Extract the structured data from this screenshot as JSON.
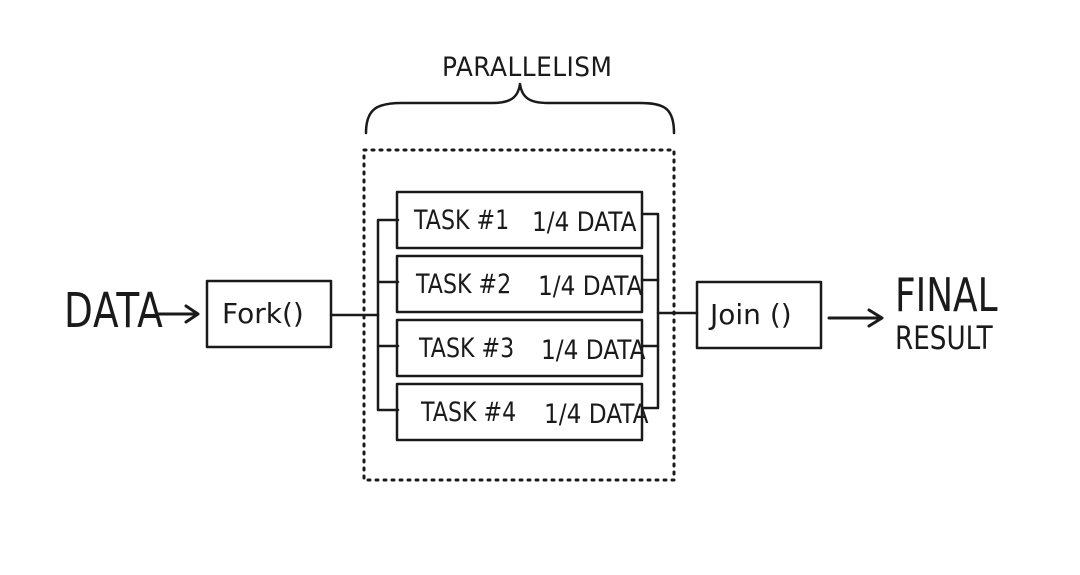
{
  "diagram": {
    "title": "PARALLELISM",
    "input": "DATA",
    "fork": "Fork()",
    "join": "Join ()",
    "output_line1": "FINAL",
    "output_line2": "RESULT",
    "tasks": [
      {
        "name": "TASK #1",
        "share": "1/4 DATA"
      },
      {
        "name": "TASK #2",
        "share": "1/4 DATA"
      },
      {
        "name": "TASK #3",
        "share": "1/4 DATA"
      },
      {
        "name": "TASK #4",
        "share": "1/4 DATA"
      }
    ]
  },
  "colors": {
    "ink": "#1a1a1a",
    "background": "#ffffff"
  }
}
